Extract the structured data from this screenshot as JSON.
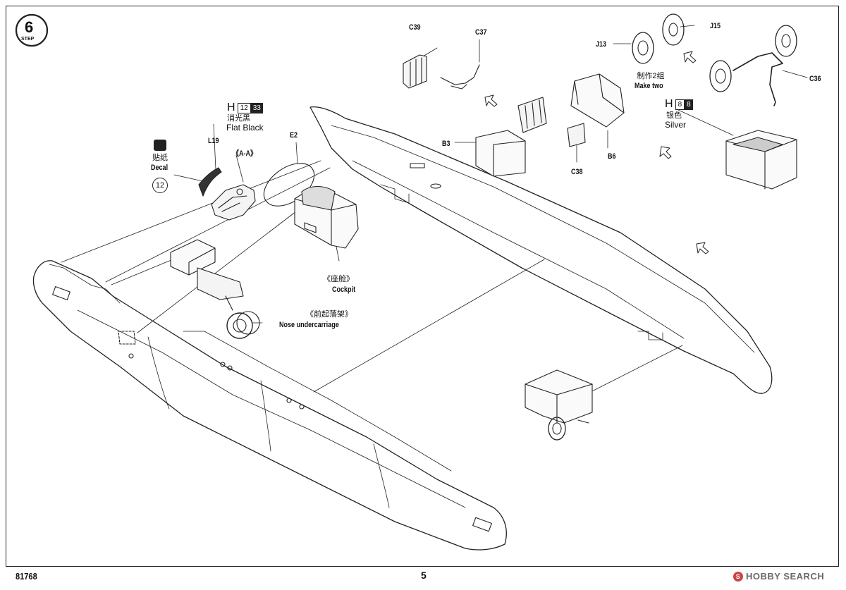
{
  "step": {
    "number": "6",
    "word": "STEP"
  },
  "footer": {
    "kit_number": "81768",
    "page": "5",
    "watermark": "HOBBY SEARCH"
  },
  "parts": {
    "c39": "C39",
    "c37": "C37",
    "j15": "J15",
    "j13": "J13",
    "c36": "C36",
    "b3": "B3",
    "b6": "B6",
    "c38": "C38",
    "e2": "E2",
    "l19": "L19"
  },
  "make_two": {
    "zh": "制作2组",
    "en": "Make two"
  },
  "paint_flat_black": {
    "code": "H",
    "n1": "12",
    "n2": "33",
    "zh": "消光黑",
    "en": "Flat Black"
  },
  "paint_silver": {
    "code": "H",
    "n1": "8",
    "n2": "8",
    "zh": "银色",
    "en": "Silver"
  },
  "decal": {
    "zh": "贴纸",
    "en": "Decal",
    "number": "12"
  },
  "view_aa": "《A-A》",
  "cockpit": {
    "zh": "《座舱》",
    "en": "Cockpit"
  },
  "nose_undercarriage": {
    "zh": "《前起落架》",
    "en": "Nose undercarriage"
  }
}
